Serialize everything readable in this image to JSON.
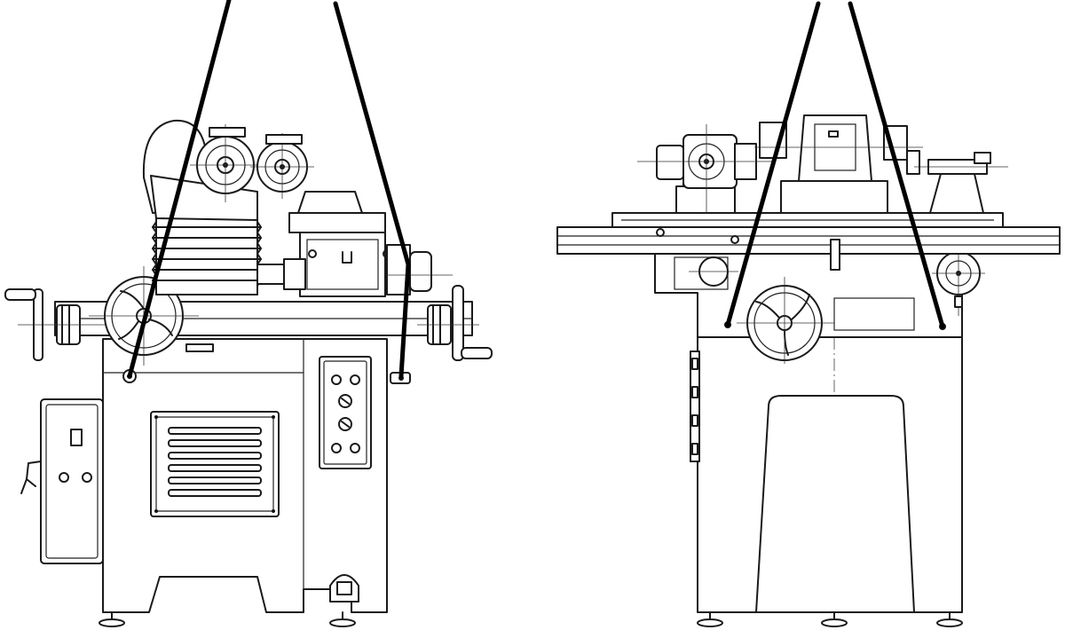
{
  "figure": {
    "views": [
      {
        "name": "side-view",
        "lifting_points": 2
      },
      {
        "name": "front-view",
        "lifting_points": 2
      }
    ],
    "colors": {
      "ink": "#1a1a1a",
      "sling": "#000000",
      "paper": "#ffffff"
    }
  }
}
